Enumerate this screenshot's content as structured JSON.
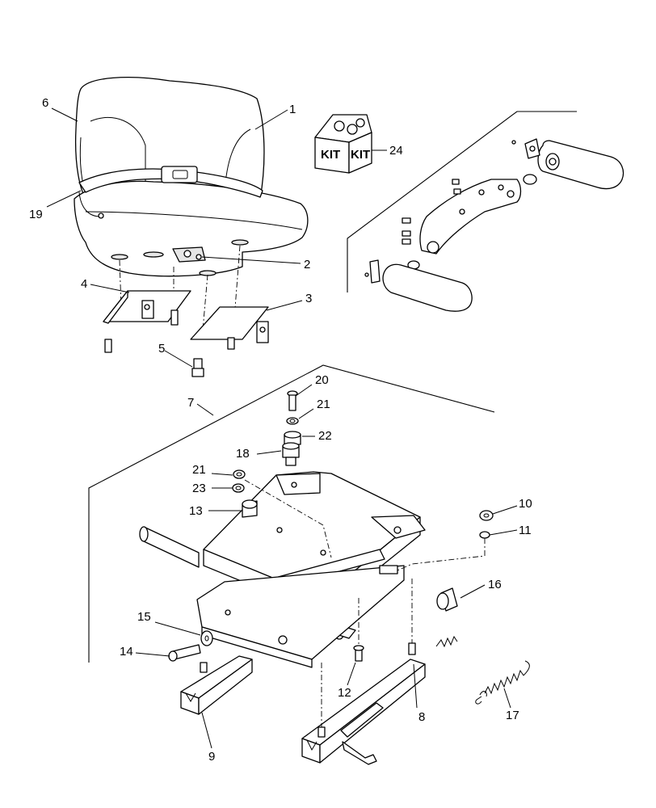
{
  "diagram": {
    "kit_label_left": "KIT",
    "kit_label_right": "KIT",
    "callouts": {
      "c1": "1",
      "c2": "2",
      "c3": "3",
      "c4": "4",
      "c5": "5",
      "c6": "6",
      "c7": "7",
      "c8": "8",
      "c9": "9",
      "c10": "10",
      "c11": "11",
      "c12": "12",
      "c13": "13",
      "c14": "14",
      "c15": "15",
      "c16": "16",
      "c17": "17",
      "c18": "18",
      "c19": "19",
      "c20": "20",
      "c21a": "21",
      "c21b": "21",
      "c22": "22",
      "c23": "23",
      "c24": "24"
    },
    "icons": {
      "seat": "seat-cushion-icon",
      "armrest_kit": "armrest-kit-icon",
      "suspension": "seat-suspension-icon",
      "kit_box": "kit-box-icon"
    }
  }
}
